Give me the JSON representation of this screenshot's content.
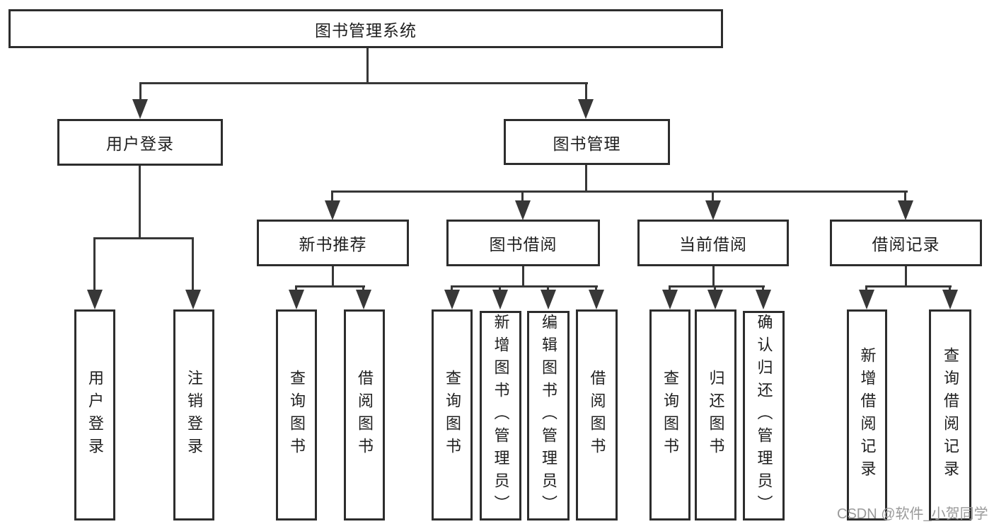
{
  "tree": {
    "root": {
      "label": "图书管理系统",
      "children": [
        {
          "label": "用户登录",
          "children": [
            {
              "label": "用户登录"
            },
            {
              "label": "注销登录"
            }
          ]
        },
        {
          "label": "图书管理",
          "children": [
            {
              "label": "新书推荐",
              "children": [
                {
                  "label": "查询图书"
                },
                {
                  "label": "借阅图书"
                }
              ]
            },
            {
              "label": "图书借阅",
              "children": [
                {
                  "label": "查询图书"
                },
                {
                  "label": "新增图书（管理员）"
                },
                {
                  "label": "编辑图书（管理员）"
                },
                {
                  "label": "借阅图书"
                }
              ]
            },
            {
              "label": "当前借阅",
              "children": [
                {
                  "label": "查询图书"
                },
                {
                  "label": "归还图书"
                },
                {
                  "label": "确认归还（管理员）"
                }
              ]
            },
            {
              "label": "借阅记录",
              "children": [
                {
                  "label": "新增借阅记录"
                },
                {
                  "label": "查询借阅记录"
                }
              ]
            }
          ]
        }
      ]
    }
  },
  "watermark": {
    "text": "CSDN @软件_小贺同学"
  },
  "colors": {
    "line": "#373737",
    "box_border": "#2d2d2d",
    "text": "#1f1f1f",
    "watermark": "#9a9a9a",
    "background": "#ffffff"
  }
}
